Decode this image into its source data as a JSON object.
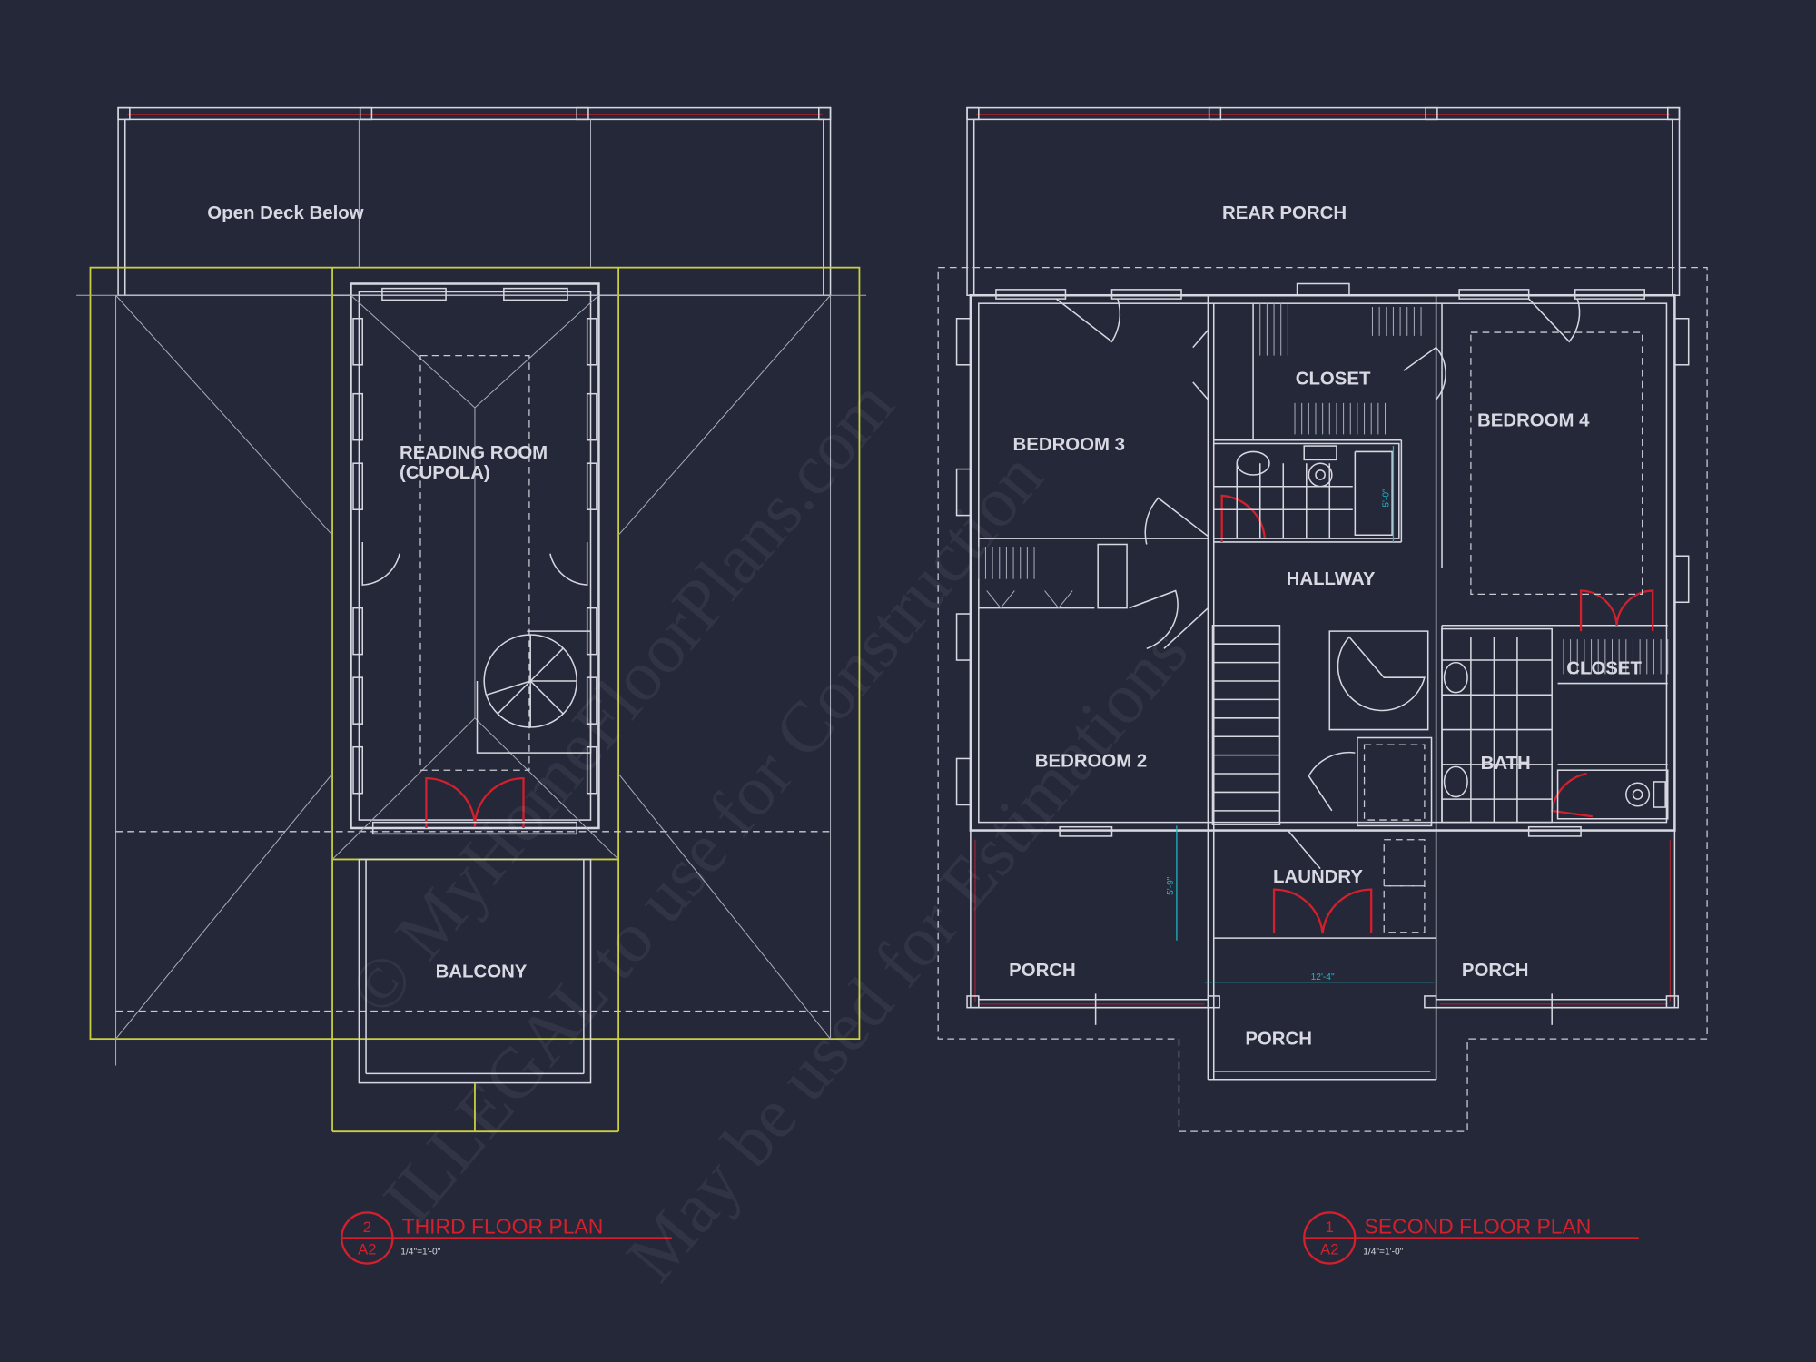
{
  "colors": {
    "background": "#252839",
    "linework": "#d6d7e0",
    "roof_outline": "#c9cf3e",
    "annotation_red": "#d3202c",
    "dimension_cyan": "#22b5c0"
  },
  "third_floor": {
    "labels": {
      "open_deck": "Open Deck Below",
      "reading_room": "READING ROOM",
      "cupola": "(CUPOLA)",
      "balcony": "BALCONY"
    },
    "title_block": {
      "detail_number": "2",
      "sheet": "A2",
      "title": "THIRD FLOOR PLAN",
      "scale": "1/4\"=1'-0\""
    }
  },
  "second_floor": {
    "labels": {
      "rear_porch": "REAR PORCH",
      "bedroom3": "BEDROOM 3",
      "closet1": "CLOSET",
      "bedroom4": "BEDROOM 4",
      "hallway": "HALLWAY",
      "closet2": "CLOSET",
      "bedroom2": "BEDROOM 2",
      "bath": "BATH",
      "laundry": "LAUNDRY",
      "porch_left": "PORCH",
      "porch_right": "PORCH",
      "porch_center": "PORCH"
    },
    "dimensions": {
      "tub": "5'-0\"",
      "laundry_depth": "5'-9\"",
      "porch_width": "12'-4\""
    },
    "title_block": {
      "detail_number": "1",
      "sheet": "A2",
      "title": "SECOND FLOOR PLAN",
      "scale": "1/4\"=1'-0\""
    }
  },
  "watermark": {
    "line1": "© MyHomeFloorPlans.com",
    "line2": "ILLEGAL to use for Construction",
    "line3": "May be used for Estimations"
  }
}
